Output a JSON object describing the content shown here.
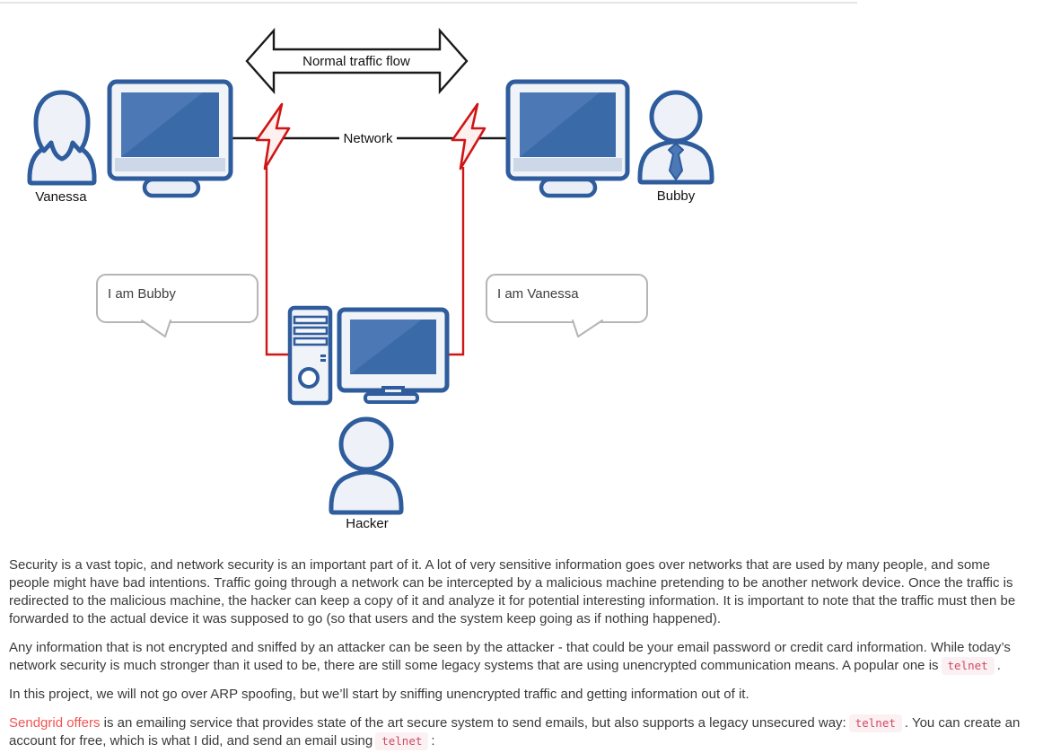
{
  "divider": {
    "color": "#e4e4e4"
  },
  "diagram": {
    "arrow_label": "Normal traffic flow",
    "network_label": "Network",
    "labels": {
      "left_user": "Vanessa",
      "right_user": "Bubby",
      "hacker": "Hacker"
    },
    "bubbles": {
      "left": "I am Bubby",
      "right": "I am Vanessa"
    },
    "colors": {
      "device_blue_stroke": "#2e5c9c",
      "screen_blue": "#3a6aa8",
      "screen_sheen": "#4c79b5",
      "monitor_strip": "#ccd7e7",
      "icon_fill": "#eef2f8",
      "alert_red": "#cf1515",
      "bolt_fill": "#fdf0ee",
      "bubble_border": "#b5b5b5",
      "line_black": "#1a1a1a"
    }
  },
  "article": {
    "p1": "Security is a vast topic, and network security is an important part of it. A lot of very sensitive information goes over networks that are used by many people, and some people might have bad intentions. Traffic going through a network can be intercepted by a malicious machine pretending to be another network device. Once the traffic is redirected to the malicious machine, the hacker can keep a copy of it and analyze it for potential interesting information. It is important to note that the traffic must then be forwarded to the actual device it was supposed to go (so that users and the system keep going as if nothing happened).",
    "p2": {
      "before": "Any information that is not encrypted and sniffed by an attacker can be seen by the attacker - that could be your email password or credit card information. While today’s network security is much stronger than it used to be, there are still some legacy systems that are using unencrypted communication means. A popular one is",
      "code": "telnet",
      "after": "."
    },
    "p3": "In this project, we will not go over ARP spoofing, but we’ll start by sniffing unencrypted traffic and getting information out of it.",
    "p4": {
      "link": "Sendgrid offers",
      "a": " is an emailing service that provides state of the art secure system to send emails, but also supports a legacy unsecured way:",
      "code1": "telnet",
      "b": ". You can create an account for free, which is what I did, and send an email using",
      "code2": "telnet",
      "c": ":"
    },
    "colors": {
      "text": "#3a3a3a",
      "link": "#f15550",
      "code_text": "#d04a66",
      "code_bg": "#fbf0f2"
    }
  }
}
